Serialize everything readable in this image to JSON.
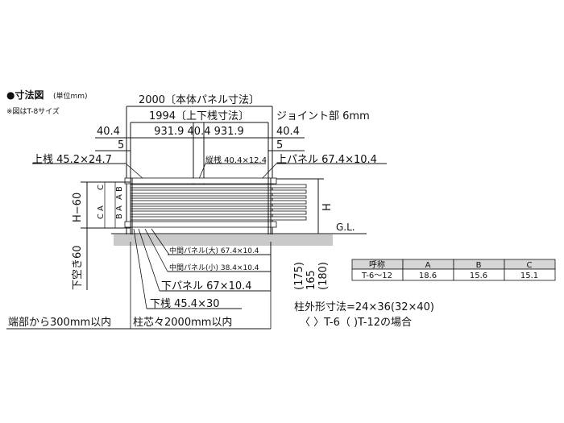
{
  "header": {
    "title": "●寸法図",
    "unit": "(単位mm)",
    "note": "※図はT-8サイズ"
  },
  "dimensions": {
    "total_panel": "2000〔本体パネル寸法〕",
    "rail_length": "1994〔上下桟寸法〕",
    "joint": "ジョイント部 6mm",
    "left_end": "40.4",
    "middle_span": "931.9 40.4 931.9",
    "right_end": "40.4",
    "left_gap": "5",
    "right_gap": "5"
  },
  "labels": {
    "top_rail": "上桟 45.2×24.7",
    "vertical_bar": "縦桟 40.4×12.4",
    "top_panel": "上パネル 67.4×10.4",
    "mid_panel_large": "中間パネル(大) 67.4×10.4",
    "mid_panel_small": "中間パネル(小) 38.4×10.4",
    "bottom_panel": "下パネル 67×10.4",
    "bottom_rail": "下桟 45.4×30",
    "post_pitch": "柱芯々2000mm以内",
    "end_distance": "端部から300mm以内",
    "height_left": "H−60",
    "height_right": "H",
    "clearance": "下空き60",
    "gl": "G.L.",
    "letter_c1": "C",
    "letter_b1": "B",
    "letter_a1": "A",
    "letter_c2": "C",
    "letter_a2": "A",
    "letter_b2": "B",
    "letter_a3": "A",
    "embed_1": "(175)",
    "embed_2": "165",
    "embed_3": "(180)"
  },
  "spec_table": {
    "headers": [
      "呼称",
      "A",
      "B",
      "C"
    ],
    "rows": [
      [
        "T-6〜12",
        "18.6",
        "15.6",
        "15.1"
      ]
    ]
  },
  "post_note": {
    "line1": "柱外形寸法=24×36(32×40)",
    "line2": "〈    〉T-6（    )T-12の場合"
  }
}
